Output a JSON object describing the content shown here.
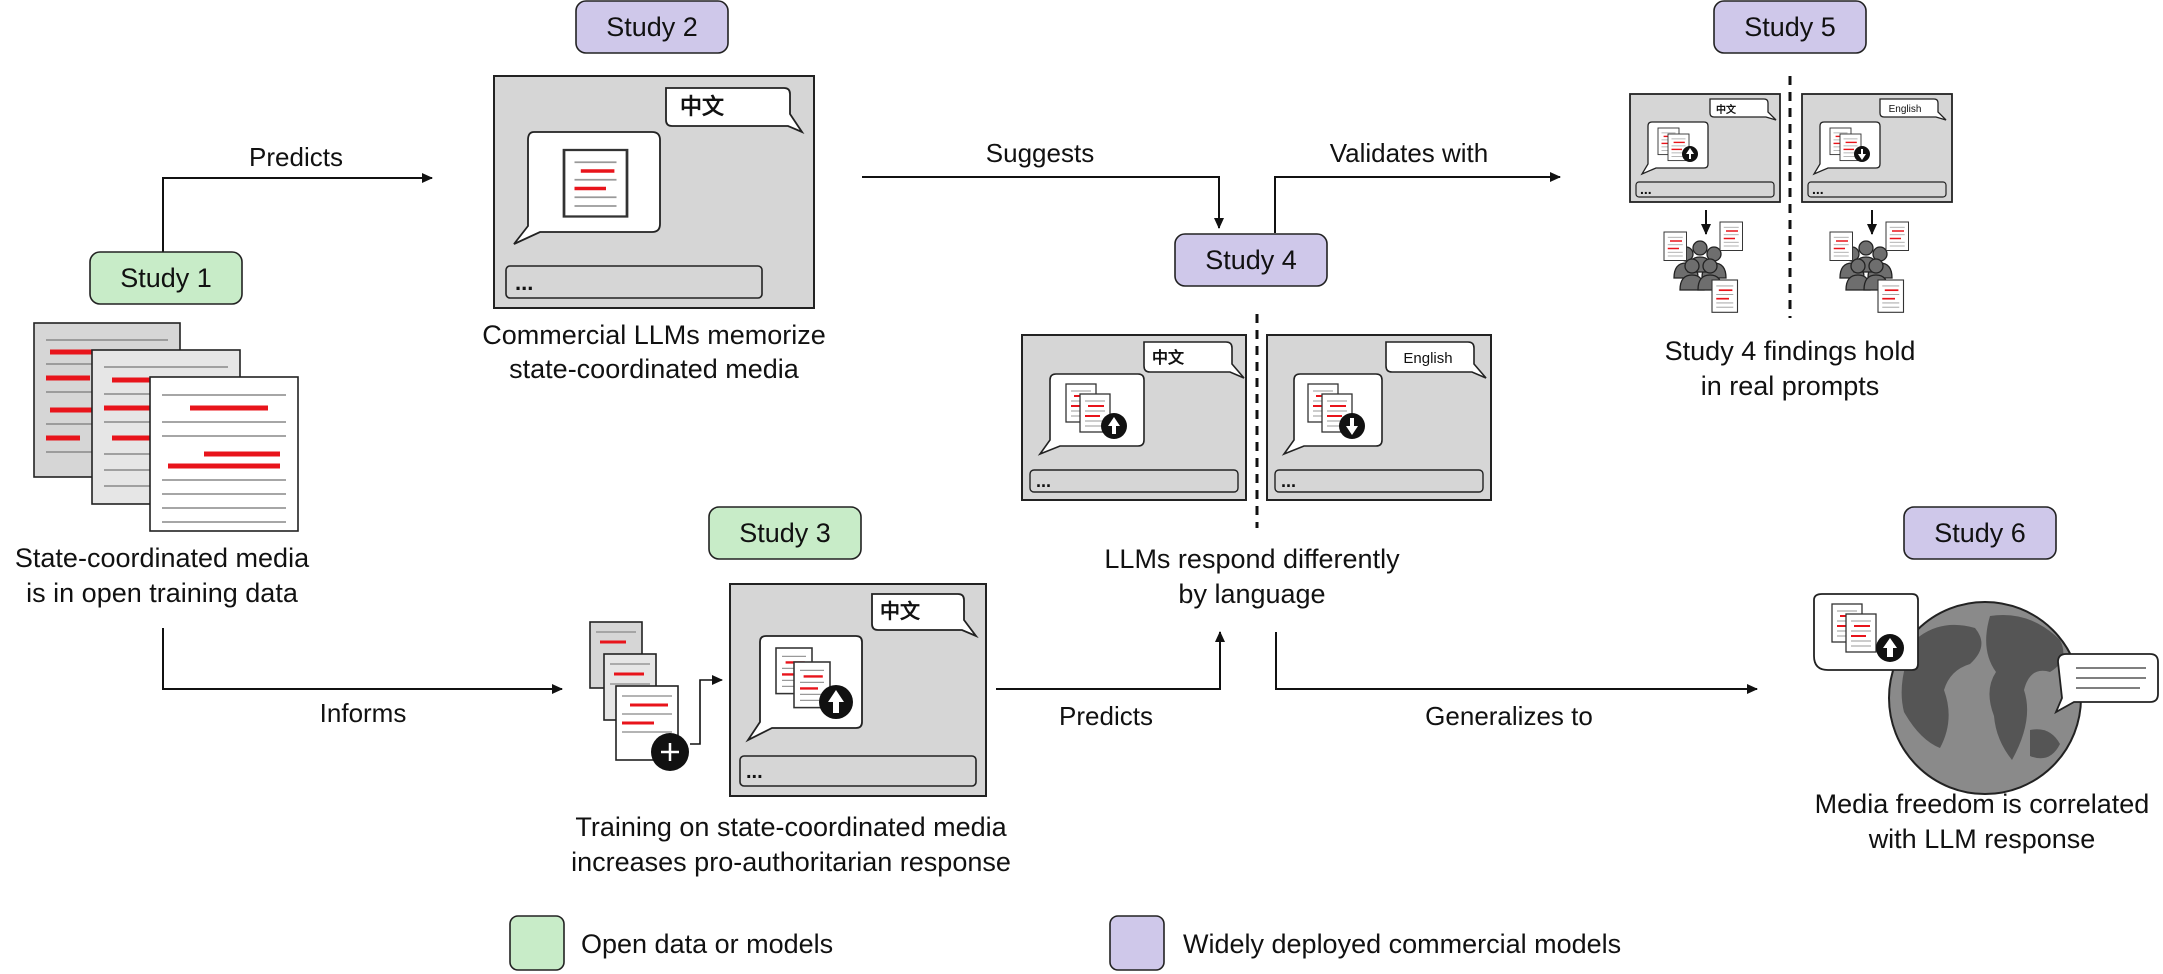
{
  "studies": {
    "s1": "Study 1",
    "s2": "Study 2",
    "s3": "Study 3",
    "s4": "Study 4",
    "s5": "Study 5",
    "s6": "Study 6"
  },
  "captions": {
    "s1_l1": "State-coordinated media",
    "s1_l2": "is in open training data",
    "s2_l1": "Commercial LLMs memorize",
    "s2_l2": "state-coordinated media",
    "s3_l1": "Training on state-coordinated media",
    "s3_l2": "increases pro-authoritarian response",
    "s4_l1": "LLMs respond differently",
    "s4_l2": "by language",
    "s5_l1": "Study 4 findings hold",
    "s5_l2": "in real prompts",
    "s6_l1": "Media freedom is correlated",
    "s6_l2": "with LLM response"
  },
  "edges": {
    "predicts_top": "Predicts",
    "suggests": "Suggests",
    "validates": "Validates with",
    "informs": "Informs",
    "predicts_bottom": "Predicts",
    "generalizes": "Generalizes to"
  },
  "bubbles": {
    "chinese": "中文",
    "english": "English",
    "ellipsis": "..."
  },
  "legend": {
    "open": "Open data or models",
    "commercial": "Widely deployed commercial models"
  },
  "colors": {
    "open_fill": "#c8ecc8",
    "commercial_fill": "#cfc8ea",
    "panel_fill": "#d6d6d6",
    "red_line": "#e8141b"
  }
}
